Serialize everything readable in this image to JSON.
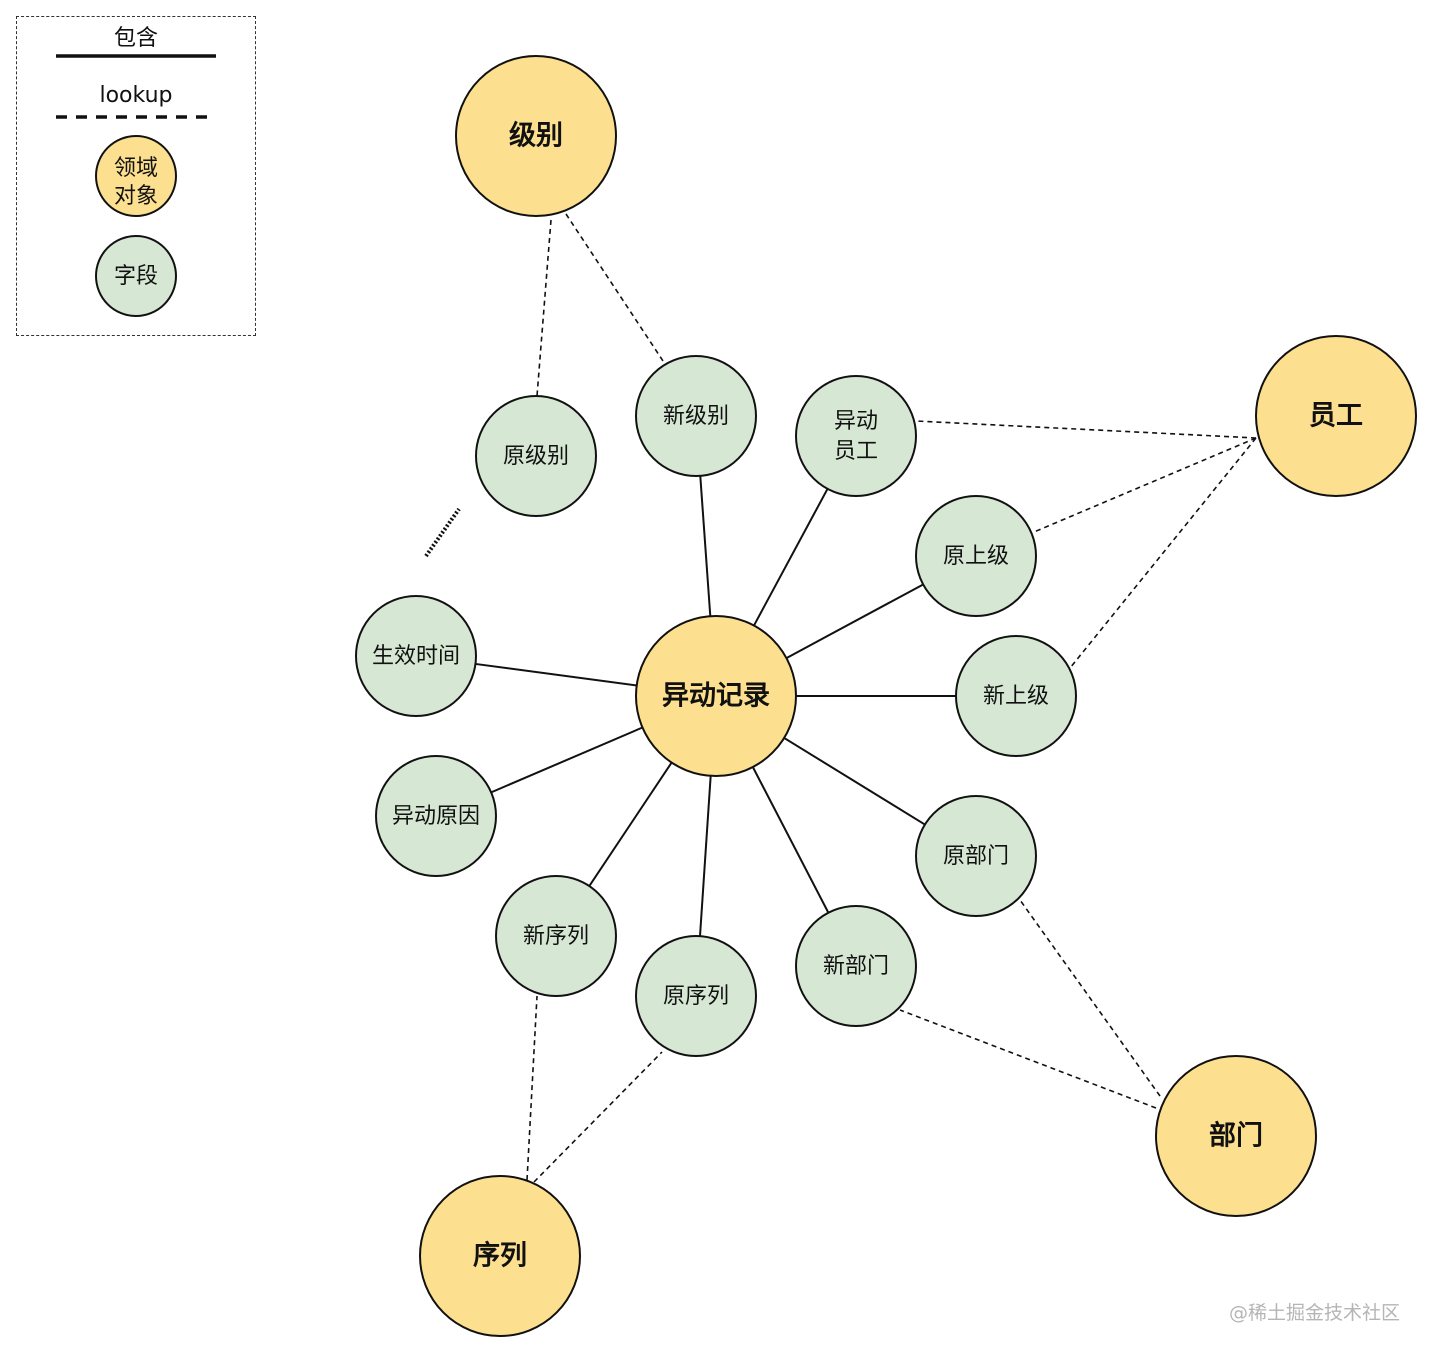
{
  "legend": {
    "solid_label": "包含",
    "dashed_label": "lookup",
    "domain_object_lines": [
      "领域",
      "对象"
    ],
    "field_label": "字段"
  },
  "colors": {
    "domain_object_fill": "#fde08f",
    "field_fill": "#d6e8d4",
    "stroke": "#111111"
  },
  "nodes": [
    {
      "id": "change-record",
      "type": "domain",
      "lines": [
        "异动记录"
      ]
    },
    {
      "id": "level",
      "type": "domain",
      "lines": [
        "级别"
      ]
    },
    {
      "id": "employee",
      "type": "domain",
      "lines": [
        "员工"
      ]
    },
    {
      "id": "department",
      "type": "domain",
      "lines": [
        "部门"
      ]
    },
    {
      "id": "sequence",
      "type": "domain",
      "lines": [
        "序列"
      ]
    },
    {
      "id": "old-level",
      "type": "field",
      "lines": [
        "原级别"
      ]
    },
    {
      "id": "new-level",
      "type": "field",
      "lines": [
        "新级别"
      ]
    },
    {
      "id": "changed-employee",
      "type": "field",
      "lines": [
        "异动",
        "员工"
      ]
    },
    {
      "id": "old-superior",
      "type": "field",
      "lines": [
        "原上级"
      ]
    },
    {
      "id": "new-superior",
      "type": "field",
      "lines": [
        "新上级"
      ]
    },
    {
      "id": "effective-time",
      "type": "field",
      "lines": [
        "生效时间"
      ]
    },
    {
      "id": "change-reason",
      "type": "field",
      "lines": [
        "异动原因"
      ]
    },
    {
      "id": "old-department",
      "type": "field",
      "lines": [
        "原部门"
      ]
    },
    {
      "id": "new-sequence",
      "type": "field",
      "lines": [
        "新序列"
      ]
    },
    {
      "id": "old-sequence",
      "type": "field",
      "lines": [
        "原序列"
      ]
    },
    {
      "id": "new-department",
      "type": "field",
      "lines": [
        "新部门"
      ]
    }
  ],
  "edges": [
    {
      "from": "change-record",
      "to": "new-level",
      "style": "contains"
    },
    {
      "from": "change-record",
      "to": "changed-employee",
      "style": "contains"
    },
    {
      "from": "change-record",
      "to": "old-superior",
      "style": "contains"
    },
    {
      "from": "change-record",
      "to": "new-superior",
      "style": "contains"
    },
    {
      "from": "change-record",
      "to": "effective-time",
      "style": "contains"
    },
    {
      "from": "change-record",
      "to": "change-reason",
      "style": "contains"
    },
    {
      "from": "change-record",
      "to": "old-department",
      "style": "contains"
    },
    {
      "from": "change-record",
      "to": "new-sequence",
      "style": "contains"
    },
    {
      "from": "change-record",
      "to": "old-sequence",
      "style": "contains"
    },
    {
      "from": "change-record",
      "to": "new-department",
      "style": "contains"
    },
    {
      "from": "level",
      "to": "old-level",
      "style": "lookup"
    },
    {
      "from": "level",
      "to": "new-level",
      "style": "lookup"
    },
    {
      "from": "employee",
      "to": "changed-employee",
      "style": "lookup"
    },
    {
      "from": "employee",
      "to": "old-superior",
      "style": "lookup"
    },
    {
      "from": "employee",
      "to": "new-superior",
      "style": "lookup"
    },
    {
      "from": "department",
      "to": "old-department",
      "style": "lookup"
    },
    {
      "from": "department",
      "to": "new-department",
      "style": "lookup"
    },
    {
      "from": "sequence",
      "to": "new-sequence",
      "style": "lookup"
    },
    {
      "from": "sequence",
      "to": "old-sequence",
      "style": "lookup"
    }
  ],
  "watermark": "@稀土掘金技术社区"
}
